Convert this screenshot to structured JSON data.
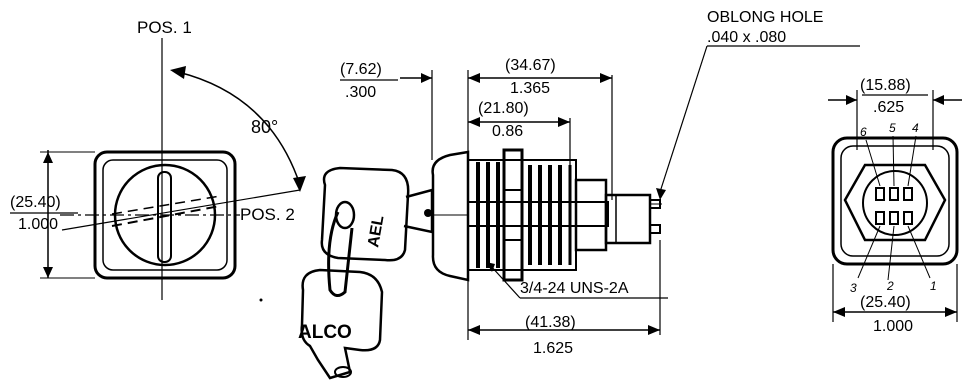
{
  "labels": {
    "pos1": "POS. 1",
    "pos2": "POS. 2",
    "angle": "80°",
    "front_height_mm": "(25.40)",
    "front_height_in": "1.000",
    "key_offset_mm": "(7.62)",
    "key_offset_in": ".300",
    "body_length_mm": "(34.67)",
    "body_length_in": "1.365",
    "thread_length_mm": "(21.80)",
    "thread_length_in": "0.86",
    "oblong_hole_title": "OBLONG HOLE",
    "oblong_hole_size": ".040 x .080",
    "thread_spec": "3/4-24 UNS-2A",
    "overall_length_mm": "(41.38)",
    "overall_length_in": "1.625",
    "rear_terminal_width_mm": "(15.88)",
    "rear_terminal_width_in": ".625",
    "rear_width_mm": "(25.40)",
    "rear_width_in": "1.000",
    "key_brand": "ALCO",
    "key_mark": "AEL",
    "terminal_1": "1",
    "terminal_2": "2",
    "terminal_3": "3",
    "terminal_4": "4",
    "terminal_5": "5",
    "terminal_6": "6"
  }
}
